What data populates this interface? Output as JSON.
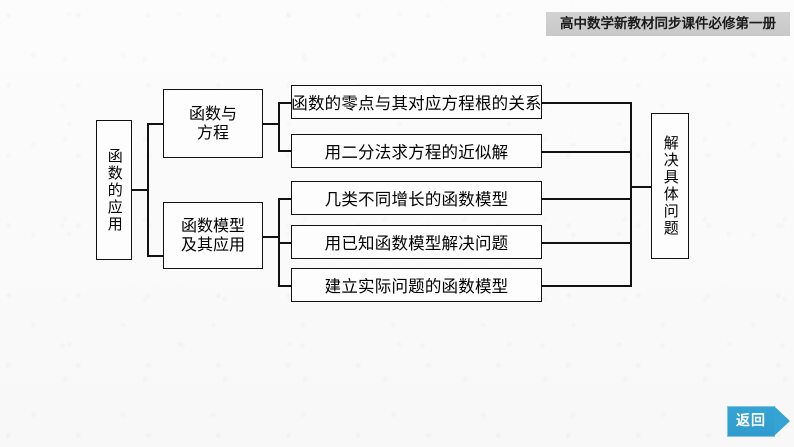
{
  "header": {
    "title": "高中数学新教材同步课件必修第一册"
  },
  "diagram": {
    "root": {
      "label": "函数的应用",
      "orientation": "vertical"
    },
    "branches": [
      {
        "label": "函数与\n方程"
      },
      {
        "label": "函数模型\n及其应用"
      }
    ],
    "leaves": [
      {
        "label": "函数的零点与其对应方程根的关系"
      },
      {
        "label": "用二分法求方程的近似解"
      },
      {
        "label": "几类不同增长的函数模型"
      },
      {
        "label": "用已知函数模型解决问题"
      },
      {
        "label": "建立实际问题的函数模型"
      }
    ],
    "result": {
      "label": "解决具体问题",
      "orientation": "vertical"
    }
  },
  "footer": {
    "return_label": "返回"
  },
  "colors": {
    "header_band": "#cccccc",
    "line": "#111111",
    "box_border": "#111111",
    "box_fill": "#fdfdfd",
    "button_blue": "#35a3d4",
    "button_border": "#7fc4e4",
    "button_text": "#ffffff",
    "background": "#fbfbfb"
  }
}
